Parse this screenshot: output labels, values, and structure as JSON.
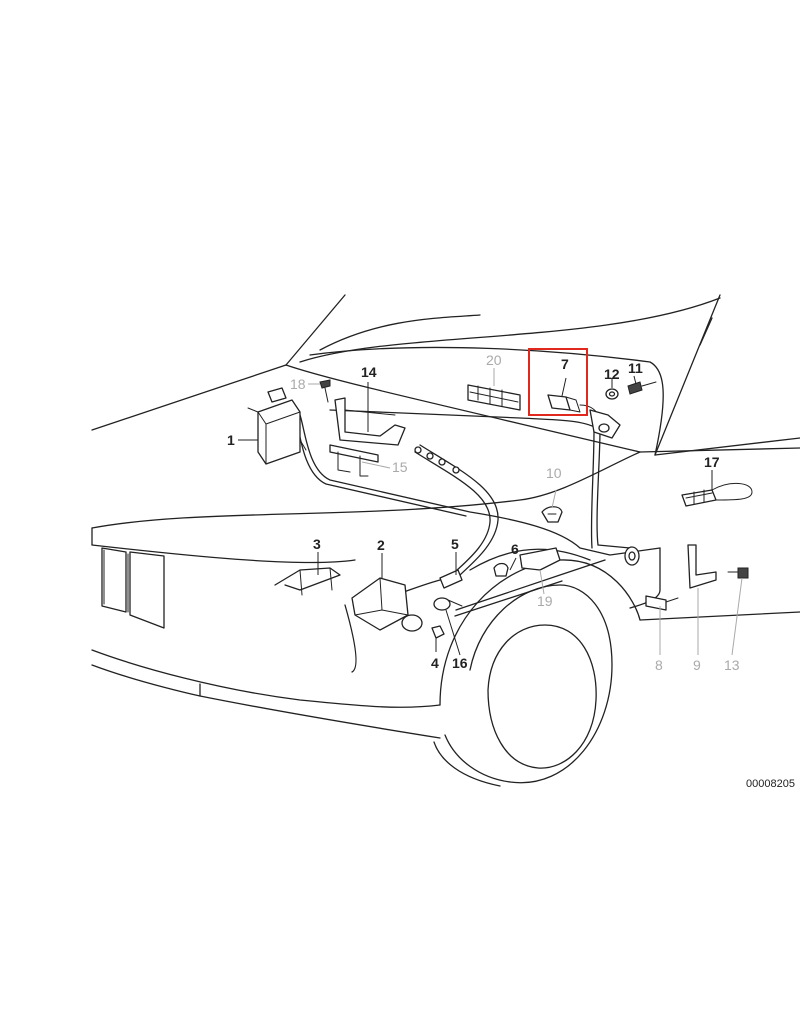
{
  "diagram": {
    "id_label": "00008205",
    "highlight_color": "#e0281e",
    "highlighted_part": "7",
    "active_color": "#222222",
    "inactive_color": "#aaaaaa",
    "parts": [
      {
        "number": "1",
        "state": "active"
      },
      {
        "number": "2",
        "state": "active"
      },
      {
        "number": "3",
        "state": "active"
      },
      {
        "number": "4",
        "state": "active"
      },
      {
        "number": "5",
        "state": "active"
      },
      {
        "number": "6",
        "state": "active"
      },
      {
        "number": "7",
        "state": "active"
      },
      {
        "number": "8",
        "state": "inactive"
      },
      {
        "number": "9",
        "state": "inactive"
      },
      {
        "number": "10",
        "state": "inactive"
      },
      {
        "number": "11",
        "state": "active"
      },
      {
        "number": "12",
        "state": "active"
      },
      {
        "number": "13",
        "state": "inactive"
      },
      {
        "number": "14",
        "state": "active"
      },
      {
        "number": "15",
        "state": "inactive"
      },
      {
        "number": "16",
        "state": "active"
      },
      {
        "number": "17",
        "state": "active"
      },
      {
        "number": "18",
        "state": "inactive"
      },
      {
        "number": "19",
        "state": "inactive"
      },
      {
        "number": "20",
        "state": "inactive"
      }
    ]
  }
}
